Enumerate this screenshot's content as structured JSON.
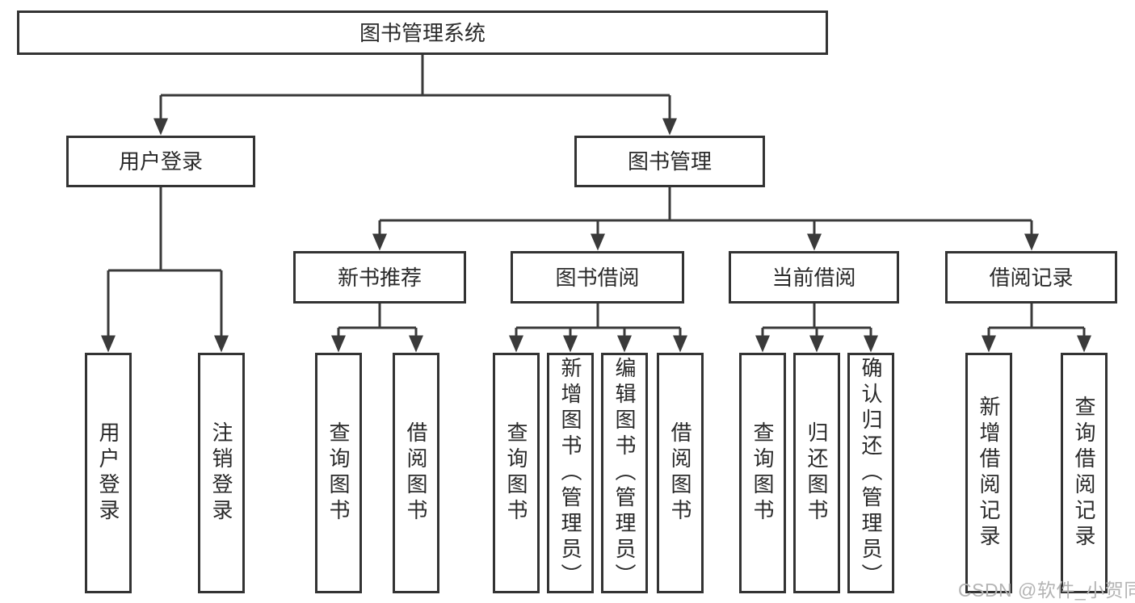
{
  "tree": {
    "label": "图书管理系统",
    "children": [
      {
        "label": "用户登录",
        "children": [
          {
            "label": "用户登录"
          },
          {
            "label": "注销登录"
          }
        ]
      },
      {
        "label": "图书管理",
        "children": [
          {
            "label": "新书推荐",
            "children": [
              {
                "label": "查询图书"
              },
              {
                "label": "借阅图书"
              }
            ]
          },
          {
            "label": "图书借阅",
            "children": [
              {
                "label": "查询图书"
              },
              {
                "label": "新增图书（管理员）"
              },
              {
                "label": "编辑图书（管理员）"
              },
              {
                "label": "借阅图书"
              }
            ]
          },
          {
            "label": "当前借阅",
            "children": [
              {
                "label": "查询图书"
              },
              {
                "label": "归还图书"
              },
              {
                "label": "确认归还（管理员）"
              }
            ]
          },
          {
            "label": "借阅记录",
            "children": [
              {
                "label": "新增借阅记录"
              },
              {
                "label": "查询借阅记录"
              }
            ]
          }
        ]
      }
    ]
  },
  "watermark": {
    "text": "CSDN @软件_小贺同学"
  },
  "colors": {
    "line": "#3a3a3a",
    "box_border": "#333333",
    "box_fill": "#ffffff",
    "text": "#2a2a2a",
    "watermark": "#b4b4b4",
    "background": "#ffffff"
  }
}
